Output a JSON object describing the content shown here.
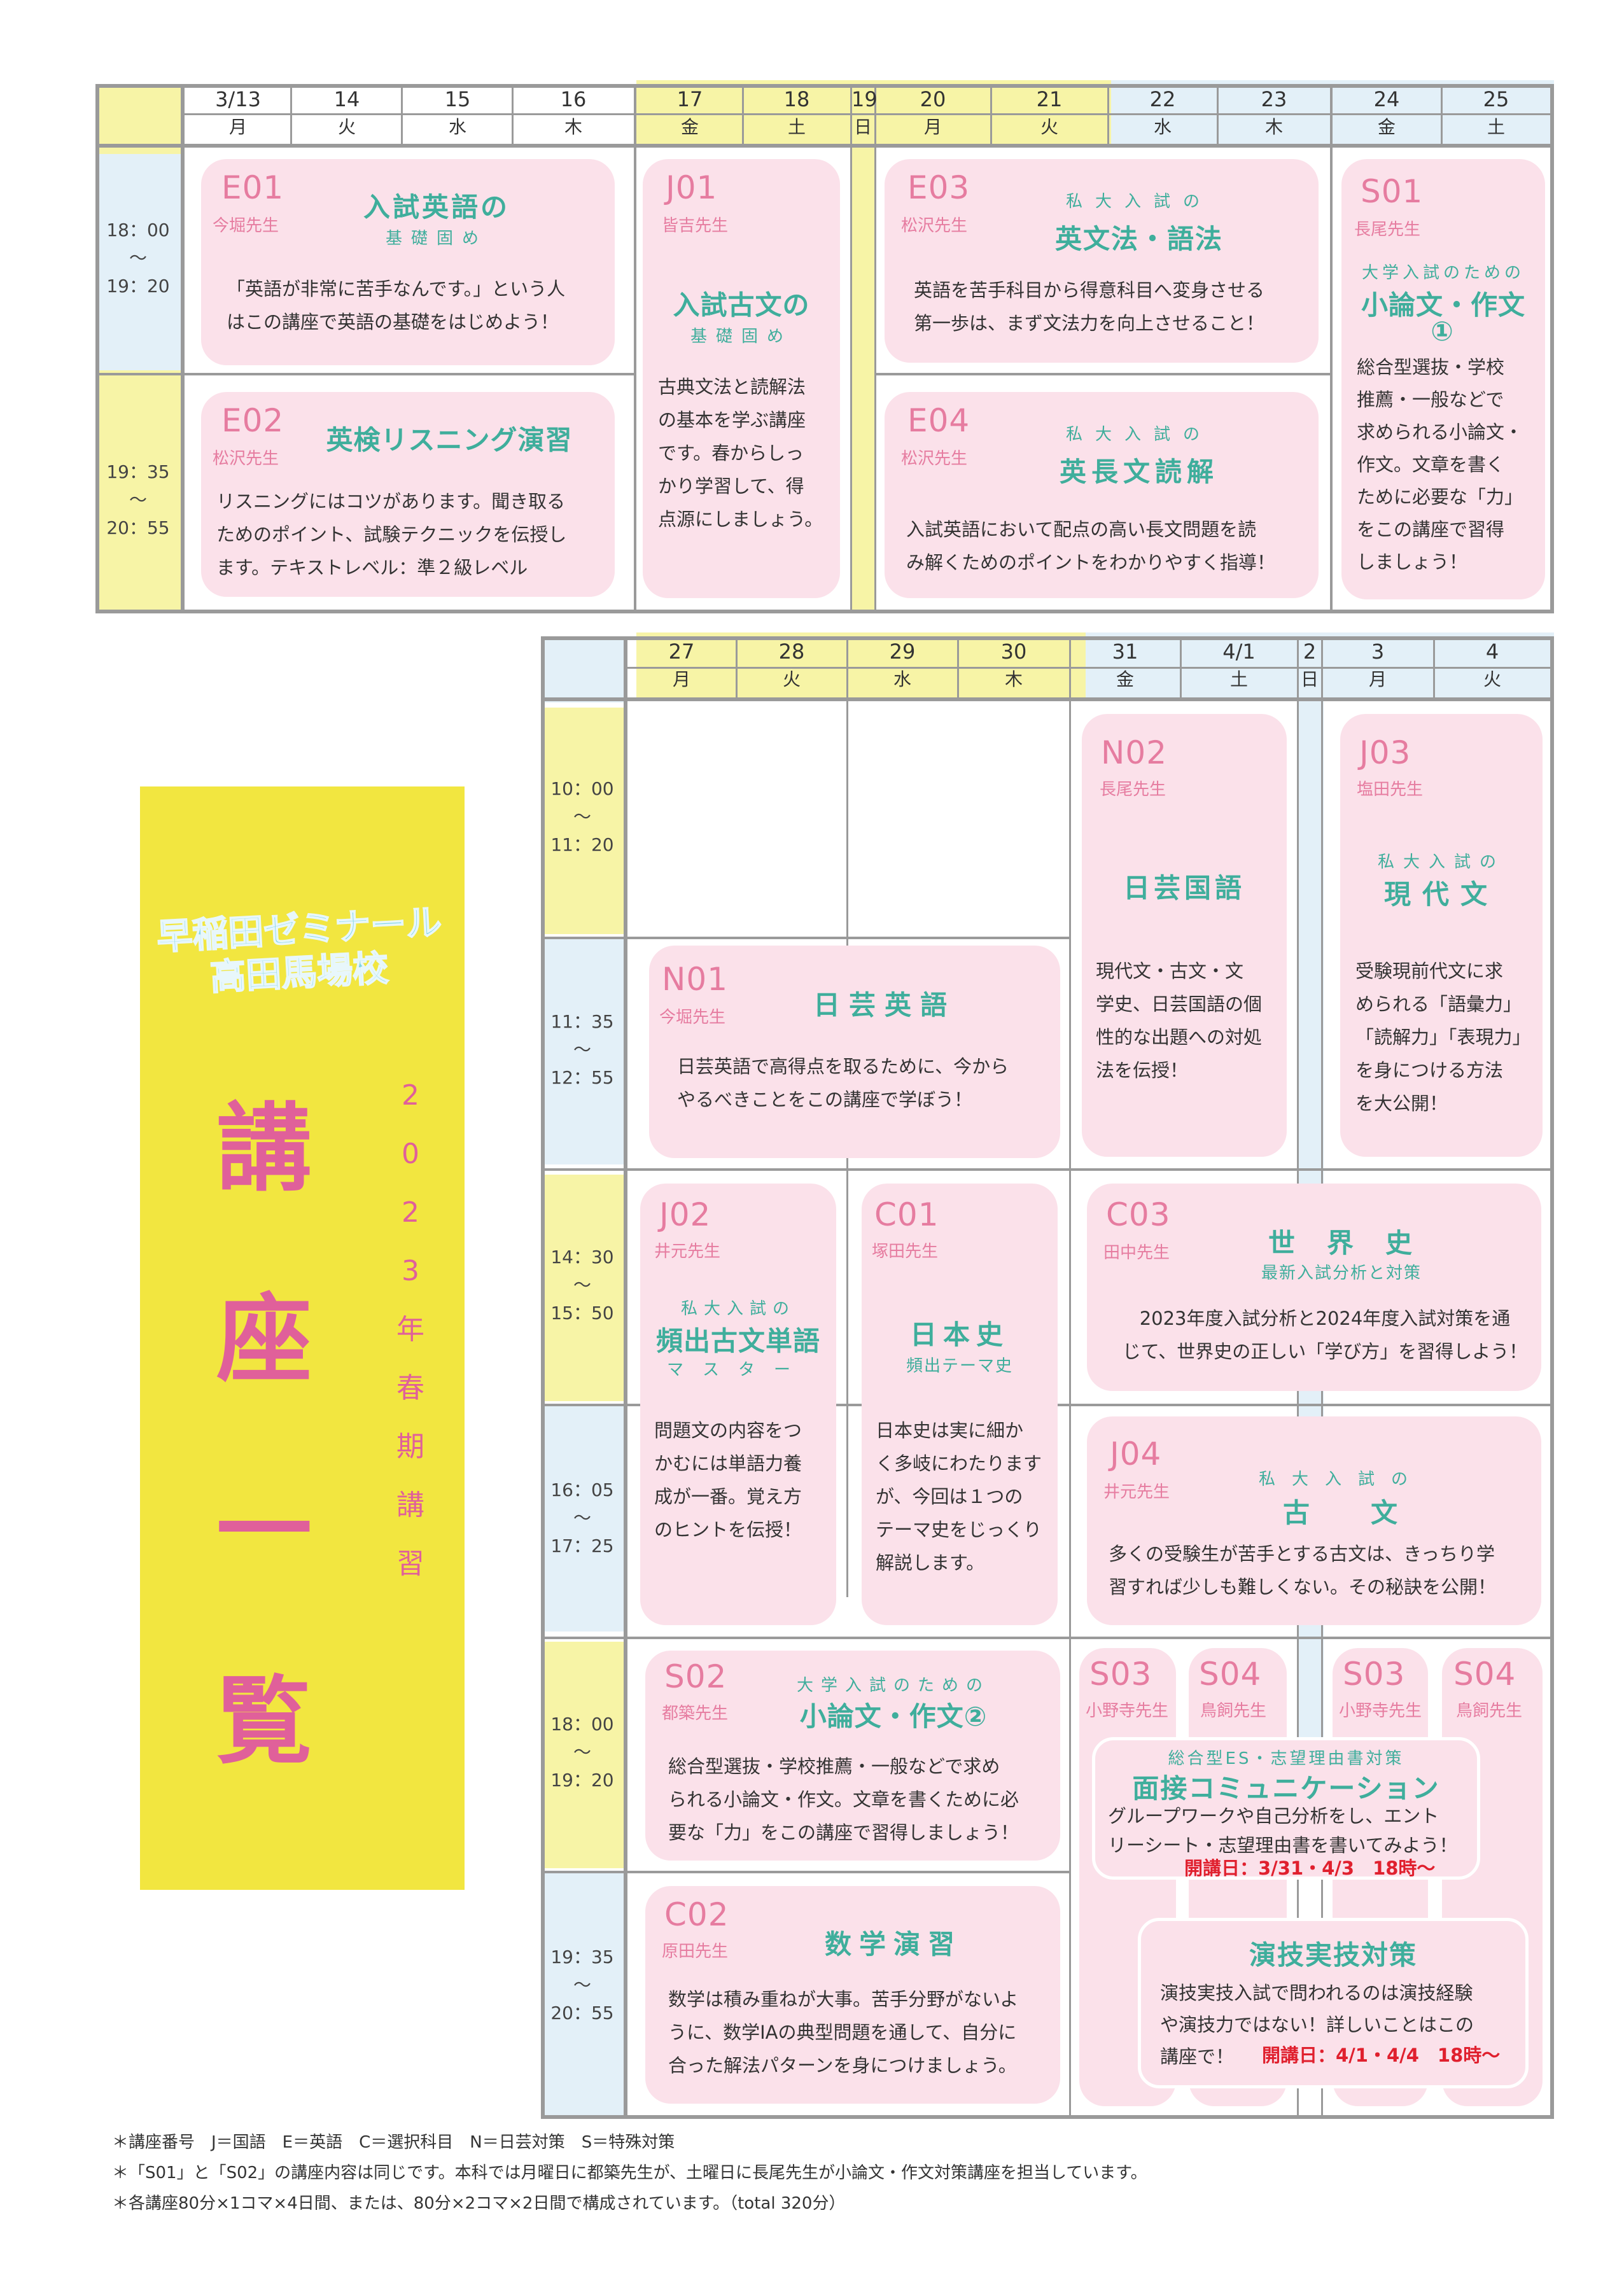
{
  "week1": {
    "dates": [
      "3/13",
      "14",
      "15",
      "16",
      "17",
      "18",
      "19",
      "20",
      "21",
      "22",
      "23",
      "24",
      "25"
    ],
    "days": [
      "月",
      "火",
      "水",
      "木",
      "金",
      "土",
      "日",
      "月",
      "火",
      "水",
      "木",
      "金",
      "土"
    ],
    "times": [
      "18：00\n〜\n19：20",
      "19：35\n〜\n20：55"
    ]
  },
  "week2": {
    "dates": [
      "27",
      "28",
      "29",
      "30",
      "31",
      "4/1",
      "2",
      "3",
      "4"
    ],
    "days": [
      "月",
      "火",
      "水",
      "木",
      "金",
      "土",
      "日",
      "月",
      "火"
    ],
    "times": [
      "10：00\n〜\n11：20",
      "11：35\n〜\n12：55",
      "14：30\n〜\n15：50",
      "16：05\n〜\n17：25",
      "18：00\n〜\n19：20",
      "19：35\n〜\n20：55"
    ]
  },
  "courses": {
    "E01": {
      "code": "E01",
      "teacher": "今堀先生",
      "title": "入試英語の",
      "sub": "基礎固め",
      "desc": "「英語が非常に苦手なんです。」という人\nはこの講座で英語の基礎をはじめよう！"
    },
    "E02": {
      "code": "E02",
      "teacher": "松沢先生",
      "title": "英検リスニング演習",
      "desc": "リスニングにはコツがあります。聞き取る\nためのポイント、試験テクニックを伝授し\nます。テキストレベル：準２級レベル"
    },
    "J01": {
      "code": "J01",
      "teacher": "皆吉先生",
      "title": "入試古文の",
      "sub": "基礎固め",
      "desc": "古典文法と読解法\nの基本を学ぶ講座\nです。春からしっ\nかり学習して、得\n点源にしましょう。"
    },
    "E03": {
      "code": "E03",
      "teacher": "松沢先生",
      "sub": "私大入試の",
      "title": "英文法・語法",
      "desc": "英語を苦手科目から得意科目へ変身させる\n第一歩は、まず文法力を向上させること！"
    },
    "E04": {
      "code": "E04",
      "teacher": "松沢先生",
      "sub": "私大入試の",
      "title": "英長文読解",
      "desc": "入試英語において配点の高い長文問題を読\nみ解くためのポイントをわかりやすく指導！"
    },
    "S01": {
      "code": "S01",
      "teacher": "長尾先生",
      "sub": "大学入試のための",
      "title": "小論文・作文",
      "num": "①",
      "desc": "総合型選抜・学校\n推薦・一般などで\n求められる小論文・\n作文。文章を書く\nために必要な「力」\nをこの講座で習得\nしましょう！"
    },
    "N02": {
      "code": "N02",
      "teacher": "長尾先生",
      "title": "日芸国語",
      "desc": "現代文・古文・文\n学史、日芸国語の個\n性的な出題への対処\n法を伝授！"
    },
    "J03": {
      "code": "J03",
      "teacher": "塩田先生",
      "sub": "私大入試の",
      "title": "現代文",
      "desc": "受験現前代文に求\nめられる「語彙力」\n「読解力」「表現力」\nを身につける方法\nを大公開！"
    },
    "N01": {
      "code": "N01",
      "teacher": "今堀先生",
      "title": "日芸英語",
      "desc": "日芸英語で高得点を取るために、今から\nやるべきことをこの講座で学ぼう！"
    },
    "J02": {
      "code": "J02",
      "teacher": "井元先生",
      "sub": "私大入試の",
      "title": "頻出古文単語",
      "sub2": "マスター",
      "desc": "問題文の内容をつ\nかむには単語力養\n成が一番。覚え方\nのヒントを伝授！"
    },
    "C01": {
      "code": "C01",
      "teacher": "塚田先生",
      "title": "日本史",
      "sub": "頻出テーマ史",
      "desc": "日本史は実に細か\nく多岐にわたります\nが、今回は１つの\nテーマ史をじっくり\n解説します。"
    },
    "C03": {
      "code": "C03",
      "teacher": "田中先生",
      "title": "世　界　史",
      "sub": "最新入試分析と対策",
      "desc": "2023年度入試分析と2024年度入試対策を通\nじて、世界史の正しい「学び方」を習得しよう！"
    },
    "J04": {
      "code": "J04",
      "teacher": "井元先生",
      "sub": "私大入試の",
      "title": "古　　文",
      "desc": "多くの受験生が苦手とする古文は、きっちり学\n習すれば少しも難しくない。その秘訣を公開！"
    },
    "S02": {
      "code": "S02",
      "teacher": "都築先生",
      "sub": "大学入試のための",
      "title": "小論文・作文②",
      "desc": "総合型選抜・学校推薦・一般などで求め\nられる小論文・作文。文章を書くために必\n要な「力」をこの講座で習得しましょう！"
    },
    "C02": {
      "code": "C02",
      "teacher": "原田先生",
      "title": "数学演習",
      "desc": "数学は積み重ねが大事。苦手分野がないよ\nうに、数学ⅠAの典型問題を通して、自分に\n合った解法パターンを身につけましょう。"
    },
    "S03a": {
      "code": "S03",
      "teacher": "小野寺先生"
    },
    "S04a": {
      "code": "S04",
      "teacher": "鳥飼先生"
    },
    "S03b": {
      "code": "S03",
      "teacher": "小野寺先生"
    },
    "S04b": {
      "code": "S04",
      "teacher": "鳥飼先生"
    },
    "mensetsu": {
      "sub": "総合型ES・志望理由書対策",
      "title": "面接コミュニケーション",
      "desc": "グループワークや自己分析をし、エント\nリーシート・志望理由書を書いてみよう！",
      "dates": "開講日：3/31・4/3　18時〜"
    },
    "engi": {
      "title": "演技実技対策",
      "desc": "演技実技入試で問われるのは演技経験\nや演技力ではない！詳しいことはこの\n講座で！",
      "dates": "開講日：4/1・4/4　18時〜"
    }
  },
  "banner": {
    "school_line1": "早稲田ゼミナール",
    "school_line2": "高田馬場校",
    "main_title": "講座一覧",
    "year_label": "2023年春期講習"
  },
  "notes": [
    "＊講座番号　J＝国語　E＝英語　C＝選択科目　N＝日芸対策　S＝特殊対策",
    "＊「S01」と「S02」の講座内容は同じです。本科では月曜日に都築先生が、土曜日に長尾先生が小論文・作文対策講座を担当しています。",
    "＊各講座80分×1コマ×4日間、または、80分×2コマ×2日間で構成されています。（total 320分）"
  ],
  "colors": {
    "pink_card": "#fbe1ea",
    "pink_text": "#e67ca0",
    "teal_text": "#3fae9c",
    "yellow": "#f7f4a6",
    "blue": "#e3f0f8",
    "banner_yellow": "#f2e640",
    "banner_pink": "#e0609a",
    "red": "#e0202e"
  }
}
